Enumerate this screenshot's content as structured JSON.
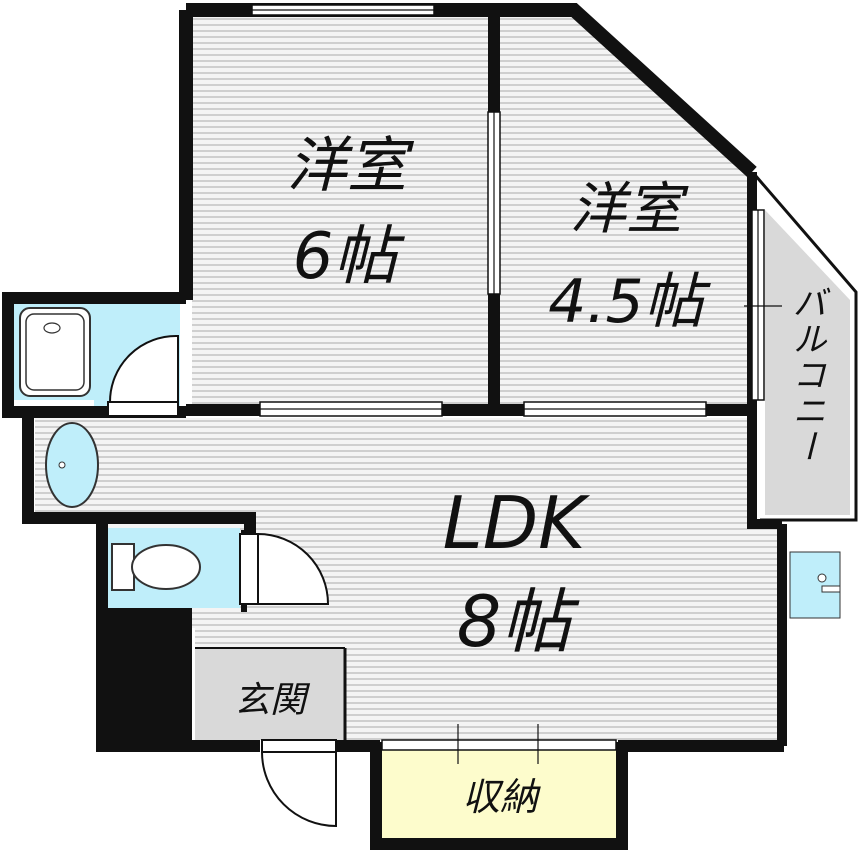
{
  "rooms": {
    "western_6": {
      "name": "洋室",
      "size": "6帖"
    },
    "western_45": {
      "name": "洋室",
      "size": "4.5帖"
    },
    "ldk": {
      "name": "LDK",
      "size": "8帖"
    },
    "entrance": {
      "name": "玄関"
    },
    "storage": {
      "name": "収納"
    },
    "balcony": {
      "name": "バルコニー"
    }
  },
  "colors": {
    "wall": "#111111",
    "floor_stripe": "#d6d6d6",
    "wet_area": "#bfeefa",
    "entrance_floor": "#d9d9d9",
    "storage_floor": "#fdfccc",
    "balcony_floor": "#d9d9d9"
  }
}
